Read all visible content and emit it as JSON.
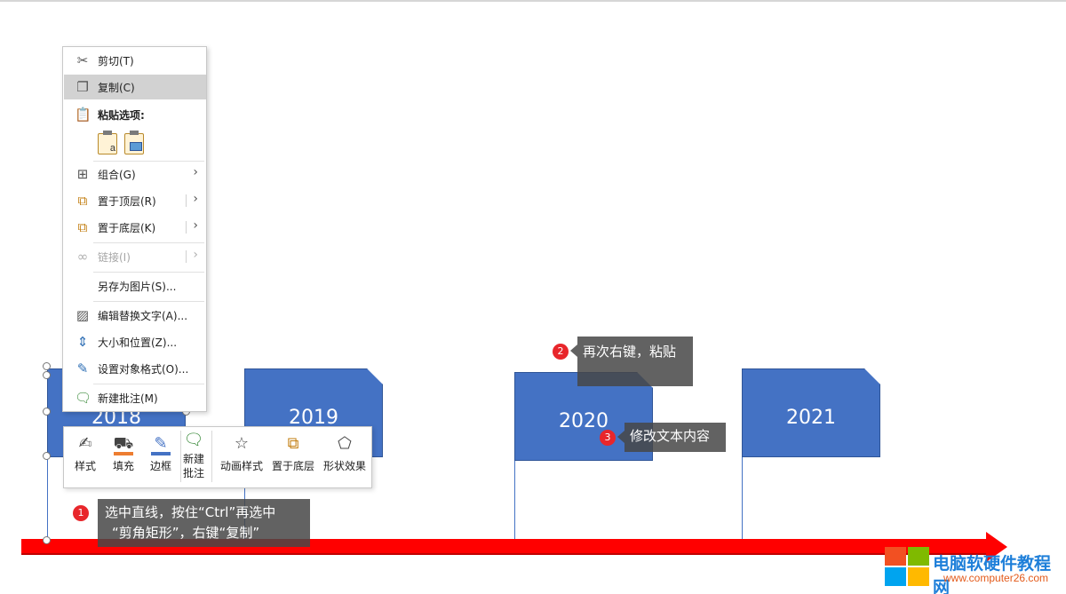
{
  "context_menu": {
    "items": [
      {
        "label": "剪切(T)",
        "icon": "scissors-icon"
      },
      {
        "label": "复制(C)",
        "icon": "copy-icon",
        "highlighted": true
      },
      {
        "label": "粘贴选项:",
        "icon": "paste-icon"
      },
      {
        "label": "组合(G)",
        "icon": "group-icon",
        "submenu": true
      },
      {
        "label": "置于顶层(R)",
        "icon": "bring-to-front-icon",
        "submenu": true
      },
      {
        "label": "置于底层(K)",
        "icon": "send-to-back-icon",
        "submenu": true
      },
      {
        "label": "链接(I)",
        "icon": "link-icon",
        "submenu": true,
        "disabled": true
      },
      {
        "label": "另存为图片(S)..."
      },
      {
        "label": "编辑替换文字(A)...",
        "icon": "alt-text-icon"
      },
      {
        "label": "大小和位置(Z)...",
        "icon": "size-position-icon"
      },
      {
        "label": "设置对象格式(O)...",
        "icon": "format-object-icon"
      },
      {
        "label": "新建批注(M)",
        "icon": "new-comment-icon"
      }
    ]
  },
  "mini_toolbar": {
    "buttons": [
      {
        "label": "样式",
        "icon": "style-icon"
      },
      {
        "label": "填充",
        "icon": "fill-icon",
        "color": "#ed7d31"
      },
      {
        "label": "边框",
        "icon": "border-icon",
        "color": "#4472c4"
      },
      {
        "label": "新建\n批注",
        "label_line1": "新建",
        "label_line2": "批注",
        "icon": "new-comment-icon"
      },
      {
        "label": "动画样式",
        "icon": "animation-style-icon"
      },
      {
        "label": "置于底层",
        "icon": "send-to-back-icon"
      },
      {
        "label": "形状效果",
        "icon": "shape-effects-icon"
      }
    ]
  },
  "slide": {
    "flags": [
      {
        "year": "2018"
      },
      {
        "year": "2019"
      },
      {
        "year": "2020"
      },
      {
        "year": "2021"
      }
    ],
    "shape_color": "#4472c4",
    "arrow_color": "#ff0000"
  },
  "annotations": [
    {
      "number": "1",
      "line1": "选中直线，按住“Ctrl”再选中",
      "line2": "“剪角矩形”，右键“复制”"
    },
    {
      "number": "2",
      "text": "再次右键，粘贴"
    },
    {
      "number": "3",
      "text": "修改文本内容"
    }
  ],
  "watermark": {
    "title": "电脑软硬件教程网",
    "url": "www.computer26.com"
  }
}
